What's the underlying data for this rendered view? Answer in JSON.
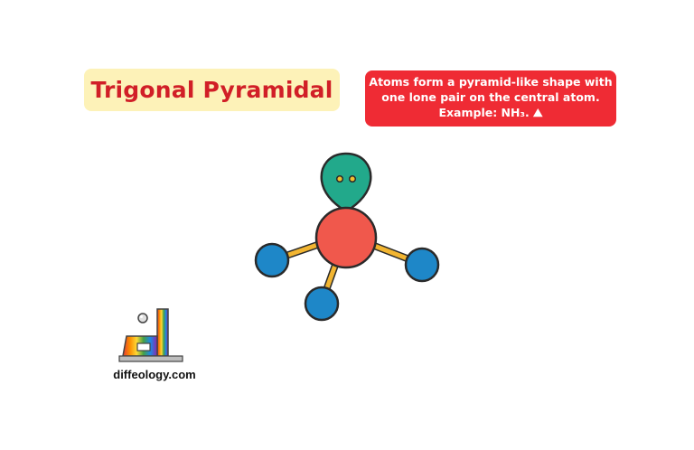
{
  "title": "Trigonal Pyramidal",
  "description": {
    "line1": "Atoms form a pyramid-like shape with",
    "line2": "one lone pair on the central atom.",
    "line3": "Example: NH₃. ⛰"
  },
  "site": "diffeology.com",
  "colors": {
    "title_bg": "#fdf2b8",
    "title_text": "#d11f27",
    "desc_bg": "#ef2b34",
    "central_atom": "#f0584c",
    "outer_atoms": "#1e87c8",
    "lone_pair_lobe": "#22a98b",
    "bonds": "#f2b531"
  },
  "icons": {
    "emoji": "mountain-icon",
    "logo": "diffeology-logo"
  }
}
